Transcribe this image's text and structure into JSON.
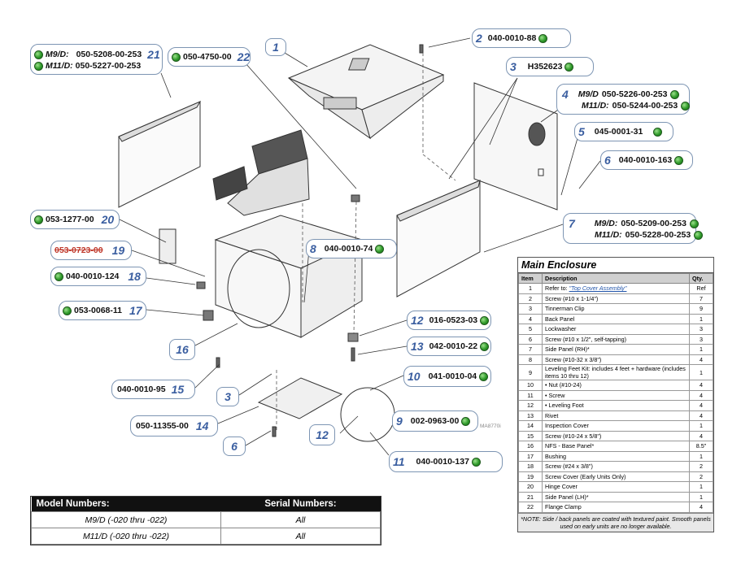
{
  "callouts": {
    "c1": {
      "num": "1"
    },
    "c2": {
      "num": "2",
      "pn": "040-0010-88"
    },
    "c3a": {
      "num": "3",
      "pn": "H352623"
    },
    "c4": {
      "num": "4",
      "m9_label": "M9/D",
      "m9_pn": "050-5226-00-253",
      "m11_label": "M11/D:",
      "m11_pn": "050-5244-00-253"
    },
    "c5": {
      "num": "5",
      "pn": "045-0001-31"
    },
    "c6a": {
      "num": "6",
      "pn": "040-0010-163"
    },
    "c7": {
      "num": "7",
      "m9_label": "M9/D:",
      "m9_pn": "050-5209-00-253",
      "m11_label": "M11/D:",
      "m11_pn": "050-5228-00-253"
    },
    "c8": {
      "num": "8",
      "pn": "040-0010-74"
    },
    "c9": {
      "num": "9",
      "pn": "002-0963-00"
    },
    "c10": {
      "num": "10",
      "pn": "041-0010-04"
    },
    "c11": {
      "num": "11",
      "pn": "040-0010-137"
    },
    "c12a": {
      "num": "12",
      "pn": "016-0523-03"
    },
    "c12b": {
      "num": "12"
    },
    "c13": {
      "num": "13",
      "pn": "042-0010-22"
    },
    "c14": {
      "num": "14",
      "pn": "050-11355-00"
    },
    "c15": {
      "num": "15",
      "pn": "040-0010-95"
    },
    "c16": {
      "num": "16"
    },
    "c17": {
      "num": "17",
      "pn": "053-0068-11"
    },
    "c18": {
      "num": "18",
      "pn": "040-0010-124"
    },
    "c19": {
      "num": "19",
      "pn": "053-0723-00"
    },
    "c20": {
      "num": "20",
      "pn": "053-1277-00"
    },
    "c21": {
      "num": "21",
      "m9_label": "M9/D:",
      "m9_pn": "050-5208-00-253",
      "m11_label": "M11/D:",
      "m11_pn": "050-5227-00-253"
    },
    "c22": {
      "num": "22",
      "pn": "050-4750-00"
    },
    "c3b": {
      "num": "3"
    },
    "c6b": {
      "num": "6"
    }
  },
  "drawing_code": "MA8770i",
  "parts_table": {
    "title": "Main Enclosure",
    "headers": {
      "item": "Item",
      "description": "Description",
      "qty": "Qty."
    },
    "rows": [
      {
        "item": "1",
        "prefix": "Refer to: ",
        "link": "\"Top Cover Assembly\"",
        "qty": "Ref"
      },
      {
        "item": "2",
        "desc": "Screw (#10 x 1-1/4\")",
        "qty": "7"
      },
      {
        "item": "3",
        "desc": "Tinnerman Clip",
        "qty": "9"
      },
      {
        "item": "4",
        "desc": "Back Panel",
        "qty": "1"
      },
      {
        "item": "5",
        "desc": "Lockwasher",
        "qty": "3"
      },
      {
        "item": "6",
        "desc": "Screw (#10 x 1/2\", self-tapping)",
        "qty": "3"
      },
      {
        "item": "7",
        "desc": "Side Panel (RH)*",
        "qty": "1"
      },
      {
        "item": "8",
        "desc": "Screw (#10-32 x 3/8\")",
        "qty": "4"
      },
      {
        "item": "9",
        "desc": "Leveling Feet Kit: includes 4 feet + hardware (includes items 10 thru 12)",
        "qty": "1"
      },
      {
        "item": "10",
        "desc": "• Nut (#10-24)",
        "qty": "4"
      },
      {
        "item": "11",
        "desc": "• Screw",
        "qty": "4"
      },
      {
        "item": "12",
        "desc": "• Leveling Foot",
        "qty": "4"
      },
      {
        "item": "13",
        "desc": "Rivet",
        "qty": "4"
      },
      {
        "item": "14",
        "desc": "Inspection Cover",
        "qty": "1"
      },
      {
        "item": "15",
        "desc": "Screw (#10-24 x 5/8\")",
        "qty": "4"
      },
      {
        "item": "16",
        "desc": "NFS - Base Panel*",
        "qty": "8.5\""
      },
      {
        "item": "17",
        "desc": "Bushing",
        "qty": "1"
      },
      {
        "item": "18",
        "desc": "Screw (#24 x 3/8\")",
        "qty": "2"
      },
      {
        "item": "19",
        "desc": "Screw Cover (Early Units Only)",
        "qty": "2"
      },
      {
        "item": "20",
        "desc": "Hinge Cover",
        "qty": "1"
      },
      {
        "item": "21",
        "desc": "Side Panel (LH)*",
        "qty": "1"
      },
      {
        "item": "22",
        "desc": "Flange Clamp",
        "qty": "4"
      }
    ],
    "note": "*NOTE: Side / back panels are coated with textured paint. Smooth panels used on early units are no longer available."
  },
  "model_table": {
    "header_model": "Model Numbers:",
    "header_serial": "Serial Numbers:",
    "rows": [
      {
        "model": "M9/D (-020 thru -022)",
        "serial": "All"
      },
      {
        "model": "M11/D (-020 thru -022)",
        "serial": "All"
      }
    ]
  }
}
